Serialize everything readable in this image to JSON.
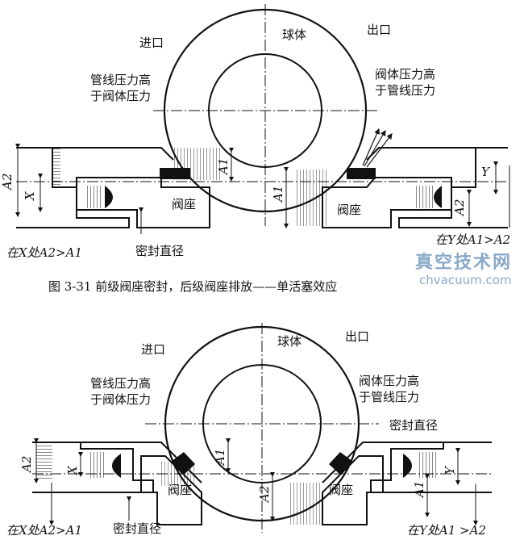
{
  "figure_top": {
    "ball": "球体",
    "inlet": "进口",
    "outlet": "出口",
    "left_pressure": [
      "管线压力高",
      "于阀体压力"
    ],
    "right_pressure": [
      "阀体压力高",
      "于管线压力"
    ],
    "seat_left": "阀座",
    "seat_right": "阀座",
    "seal_diameter": "密封直径",
    "cond_left": "在X处A2>A1",
    "cond_right": "在Y处A1>A2",
    "dims": {
      "A1": "A1",
      "A2": "A2",
      "X": "X",
      "Y": "Y"
    }
  },
  "caption": "图 3-31   前级阀座密封，后级阀座排放——单活塞效应",
  "watermark": {
    "title": "真空技术网",
    "url": "chvacuum.com"
  },
  "figure_bottom": {
    "ball": "球体",
    "inlet": "进口",
    "outlet": "出口",
    "left_pressure": [
      "管线压力高",
      "于阀体压力"
    ],
    "right_pressure": [
      "阀体压力高",
      "于管线压力"
    ],
    "seat_left": "阀座",
    "seat_right": "阀座",
    "seal_diameter_left": "密封直径",
    "seal_diameter_right": "密封直径",
    "cond_left": "在X处A2>A1",
    "cond_right": "在Y处A1 >A2"
  }
}
